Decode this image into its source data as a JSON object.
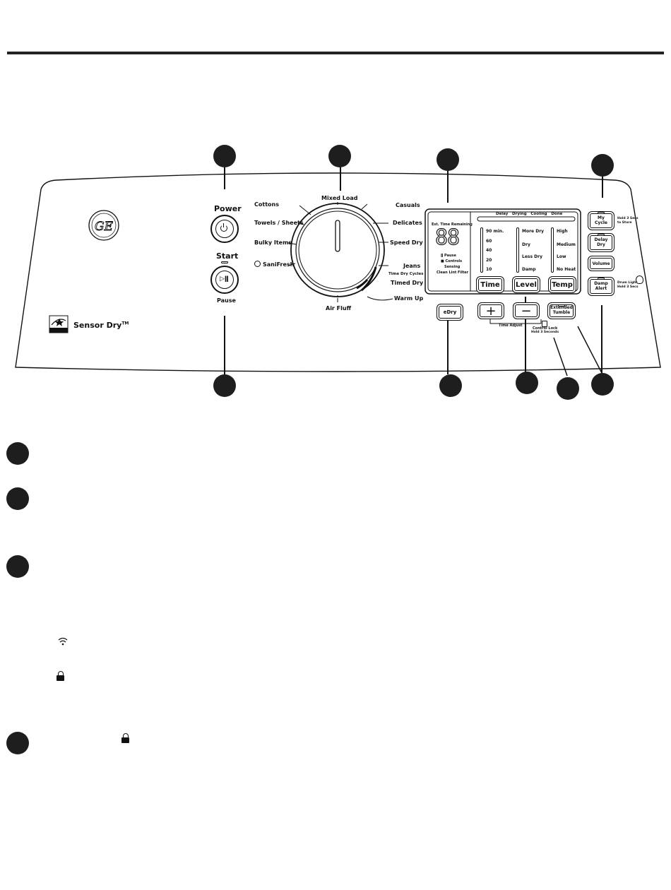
{
  "brand": {
    "logo": "GE",
    "sensor_dry": "Sensor Dry",
    "sensor_dry_tm": "TM"
  },
  "power": {
    "label": "Power",
    "icon": "power-icon"
  },
  "start": {
    "label": "Start",
    "sublabel": "Pause",
    "icon": "play-pause-icon"
  },
  "cycles_left": [
    "Cottons",
    "Towels / Sheets",
    "Bulky Items",
    "SaniFresh"
  ],
  "cycles_top": "Mixed Load",
  "cycles_right": [
    "Casuals",
    "Delicates",
    "Speed Dry",
    "Jeans"
  ],
  "time_dry_cycles_label": "Time Dry Cycles",
  "cycles_timed": [
    "Timed Dry",
    "Warm Up"
  ],
  "cycles_bottom": "Air Fluff",
  "display": {
    "est_time": "Est. Time Remaining",
    "digits": "88",
    "indicators": [
      "Pause",
      "Controls",
      "Sensing",
      "Clean Lint Filter"
    ],
    "status": "Delay   Drying   Cooling   Done"
  },
  "time_options": [
    "90 min.",
    "60",
    "40",
    "20",
    "10"
  ],
  "level_options": [
    "More Dry",
    "Dry",
    "Less Dry",
    "Damp"
  ],
  "temp_options": [
    "High",
    "Medium",
    "Low",
    "No Heat"
  ],
  "buttons": {
    "time": "Time",
    "level": "Level",
    "temp": "Temp",
    "edry": "eDry",
    "plus": "+",
    "minus": "−",
    "extended_tumble_1": "Extended",
    "extended_tumble_2": "Tumble",
    "time_adjust": "Time Adjust",
    "control_lock_1": "Control Lock",
    "control_lock_2": "Hold 3 Seconds"
  },
  "side_buttons": {
    "my_cycle_1": "My",
    "my_cycle_2": "Cycle",
    "my_cycle_hint_1": "Hold 3 Secs",
    "my_cycle_hint_2": "to Store",
    "delay_dry_1": "Delay",
    "delay_dry_2": "Dry",
    "volume": "Volume",
    "damp_alert_1": "Damp",
    "damp_alert_2": "Alert",
    "damp_hint_1": "Drum Light",
    "damp_hint_2": "Hold 3 Secs"
  }
}
